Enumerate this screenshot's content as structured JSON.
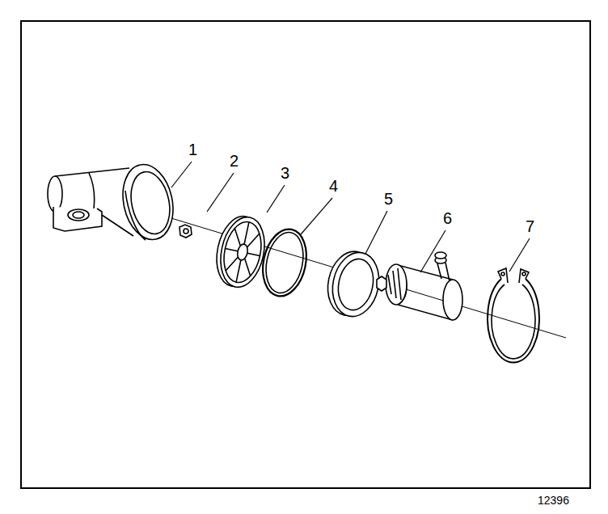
{
  "diagram": {
    "labels": [
      "1",
      "2",
      "3",
      "4",
      "5",
      "6",
      "7",
      "12396"
    ]
  }
}
